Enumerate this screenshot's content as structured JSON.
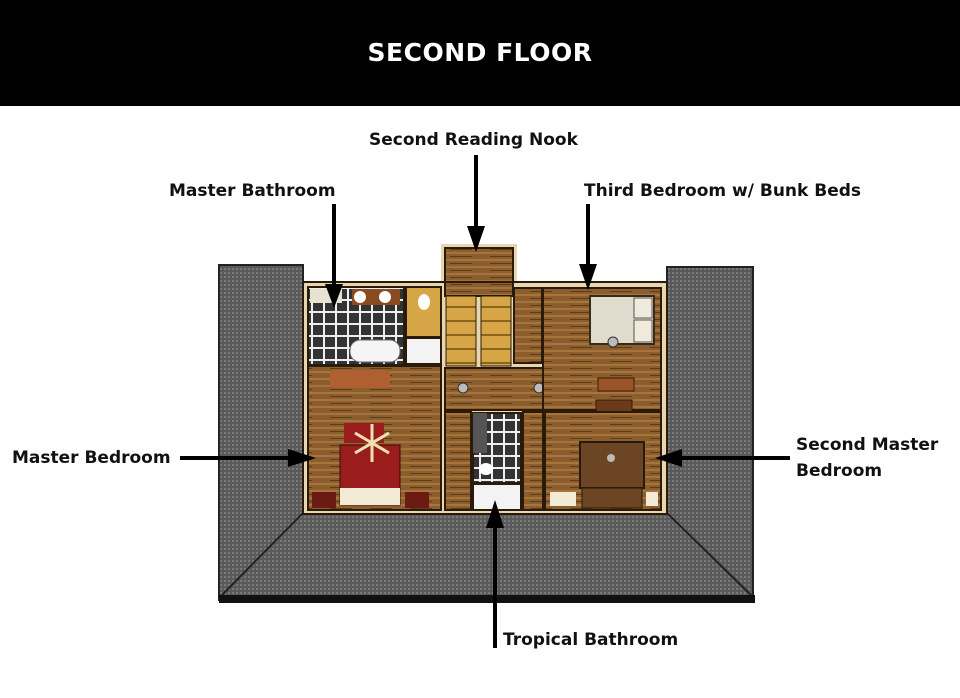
{
  "header": {
    "title": "SECOND FLOOR"
  },
  "labels": {
    "reading_nook": "Second Reading Nook",
    "master_bathroom": "Master Bathroom",
    "third_bedroom": "Third Bedroom w/ Bunk Beds",
    "master_bedroom": "Master Bedroom",
    "second_master_line1": "Second Master",
    "second_master_line2": "Bedroom",
    "tropical_bathroom": "Tropical Bathroom"
  },
  "colors": {
    "header_bg": "#000000",
    "roof": "#5e5e5e",
    "wood": "#8a5e2e",
    "wood_light": "#b07a3c",
    "wall": "#e8d6b0",
    "stairs": "#d4a545",
    "tile": "#3a3a3a",
    "bed_red": "#9b1c1c",
    "bed_brown": "#6b4524",
    "fixture": "#eeeeea"
  }
}
